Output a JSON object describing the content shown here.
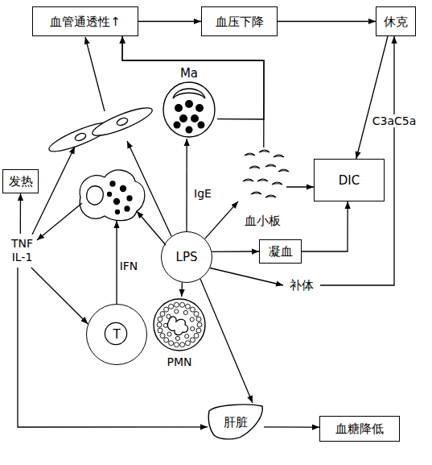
{
  "diagram": {
    "nodes": [
      {
        "text": [
          "血管通透性↑"
        ]
      },
      {
        "text": [
          "血压下降"
        ]
      },
      {
        "text": [
          "休克"
        ]
      },
      {
        "text": [
          "Ma"
        ]
      },
      {
        "text": [
          "发热"
        ]
      },
      {
        "text": [
          "DIC"
        ]
      },
      {
        "text": [
          "血小板"
        ]
      },
      {
        "text": [
          "TNF IL-1"
        ]
      },
      {
        "text": [
          "LPS"
        ]
      },
      {
        "text": [
          "凝血"
        ]
      },
      {
        "text": [
          "补体"
        ]
      },
      {
        "text": [
          "T"
        ]
      },
      {
        "text": [
          "PMN"
        ]
      },
      {
        "text": [
          "肝脏"
        ]
      },
      {
        "text": [
          "血糖降低"
        ]
      }
    ],
    "edges": [
      {
        "from": 0,
        "to": 1,
        "arrow": "to"
      },
      {
        "from": 1,
        "to": 2,
        "arrow": "to"
      },
      {
        "from": 2,
        "to": 5,
        "arrow": "to"
      },
      {
        "from": 8,
        "to": 3,
        "label": "IgE",
        "arrow": "to"
      },
      {
        "from": 3,
        "to": 0,
        "arrow": "to"
      },
      {
        "from": 6,
        "to": 0,
        "arrow": "to"
      },
      {
        "from": 8,
        "to": 6,
        "arrow": "to"
      },
      {
        "from": 6,
        "to": 5,
        "arrow": "to"
      },
      {
        "from": 8,
        "to": 9,
        "arrow": "to"
      },
      {
        "from": 9,
        "to": 5,
        "arrow": "to"
      },
      {
        "from": 8,
        "to": 10,
        "arrow": "to"
      },
      {
        "from": 10,
        "to": 2,
        "label": "C3aC5a",
        "arrow": "to"
      },
      {
        "from": 7,
        "to": 4,
        "arrow": "to"
      },
      {
        "from": 7,
        "to": 11,
        "arrow": "to"
      },
      {
        "from": 7,
        "to": 13,
        "arrow": "to"
      },
      {
        "from": 8,
        "to": 12,
        "arrow": "to"
      },
      {
        "from": 8,
        "to": 13,
        "arrow": "to"
      },
      {
        "from": 13,
        "to": 14,
        "arrow": "to"
      }
    ],
    "labels": [
      "IFN"
    ]
  }
}
